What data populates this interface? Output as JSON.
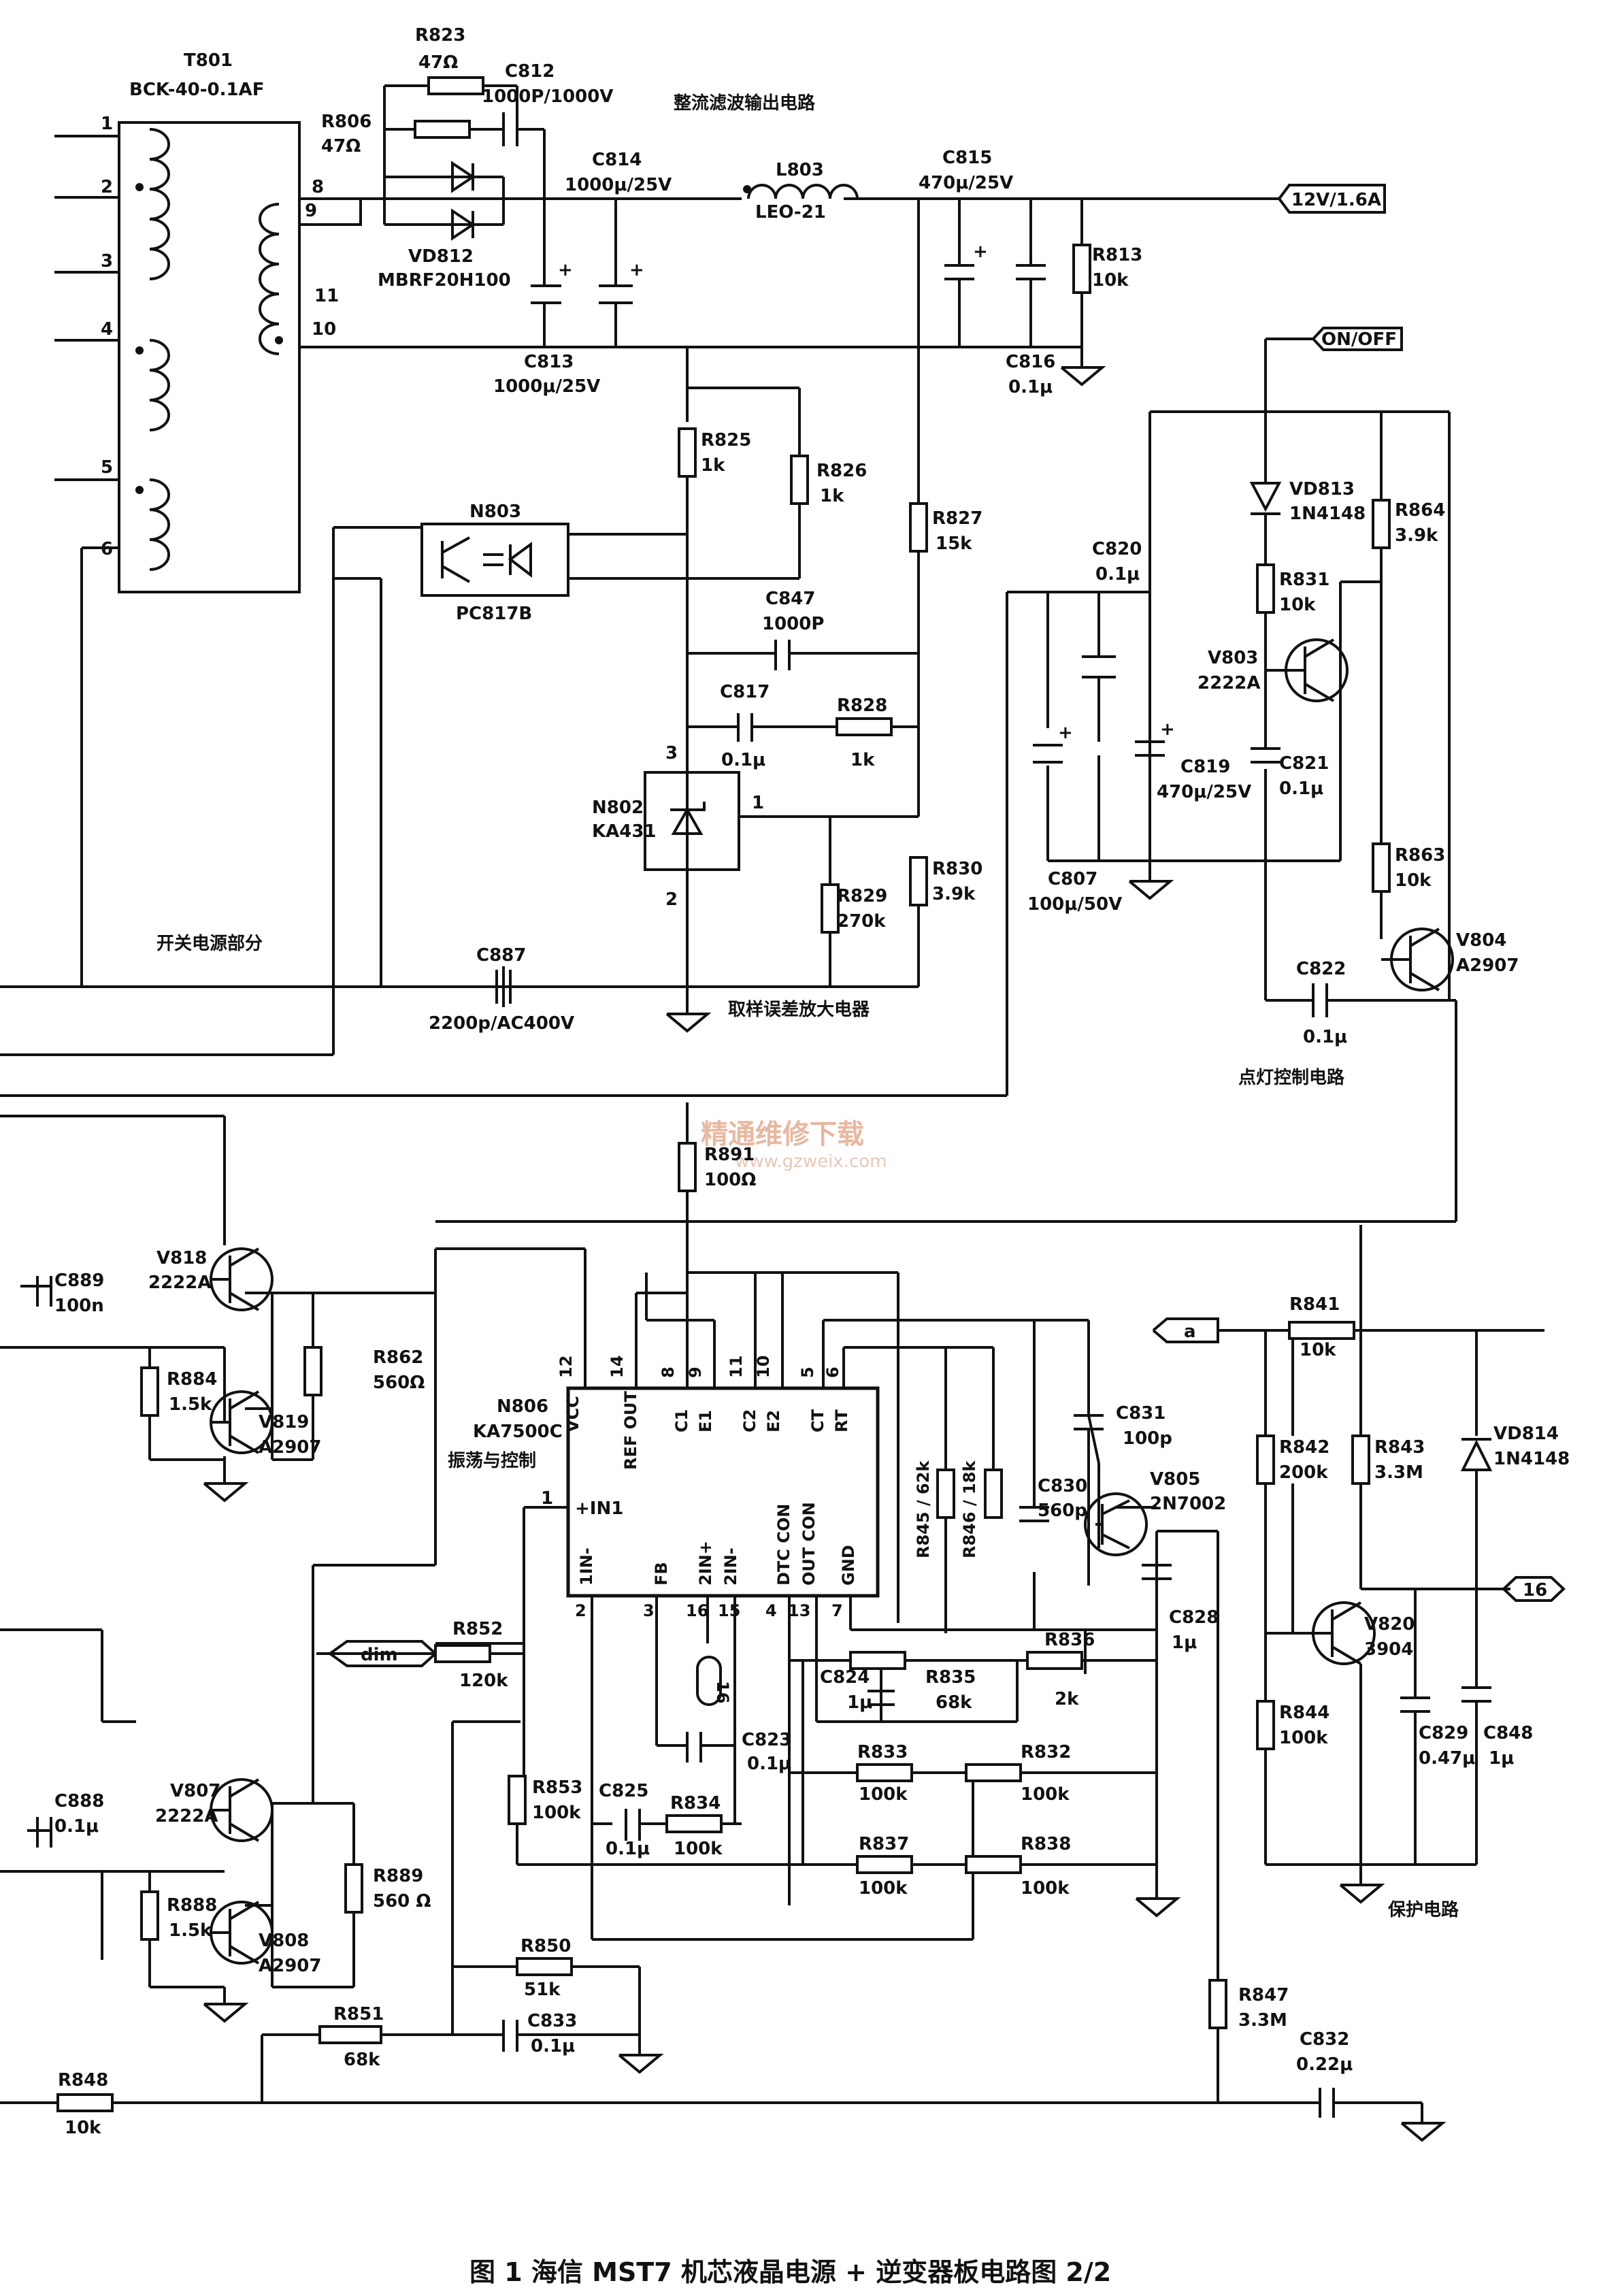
{
  "figure": {
    "caption": "图 1 海信 MST7 机芯液晶电源 + 逆变器板电路图 2/2",
    "watermark": "精通维修下载",
    "watermark_url": "www.gzweix.com"
  },
  "sections": {
    "rect": "整流滤波输出电路",
    "smps": "开关电源部分",
    "sampling": "取样误差放大电器",
    "lamp": "点灯控制电路",
    "osc": "振荡与控制",
    "protect": "保护电路"
  },
  "ports": {
    "out12v": "12V/1.6A",
    "onoff": "ON/OFF",
    "a": "a",
    "p16": "16",
    "dim": "dim",
    "p16b": "16"
  },
  "transformer": {
    "ref": "T801",
    "part": "BCK-40-0.1AF",
    "pins": [
      "1",
      "2",
      "3",
      "4",
      "5",
      "6",
      "8",
      "9",
      "11",
      "10"
    ]
  },
  "components": {
    "R823": [
      "R823",
      "47Ω"
    ],
    "C812": [
      "C812",
      "1000P/1000V"
    ],
    "R806": [
      "R806",
      "47Ω"
    ],
    "VD812": [
      "VD812",
      "MBRF20H100"
    ],
    "C814": [
      "C814",
      "1000μ/25V"
    ],
    "C813": [
      "C813",
      "1000μ/25V"
    ],
    "L803": [
      "L803",
      "LEO-21"
    ],
    "C815": [
      "C815",
      "470μ/25V"
    ],
    "C816": [
      "C816",
      "0.1μ"
    ],
    "R813": [
      "R813",
      "10k"
    ],
    "R825": [
      "R825",
      "1k"
    ],
    "R826": [
      "R826",
      "1k"
    ],
    "R827": [
      "R827",
      "15k"
    ],
    "N803": [
      "N803",
      "PC817B"
    ],
    "C847": [
      "C847",
      "1000P"
    ],
    "C817": [
      "C817",
      "0.1μ"
    ],
    "R828": [
      "R828",
      "1k"
    ],
    "N802": [
      "N802",
      "KA431"
    ],
    "R829": [
      "R829",
      "270k"
    ],
    "R830": [
      "R830",
      "3.9k"
    ],
    "C887": [
      "C887",
      "2200p/AC400V"
    ],
    "C820": [
      "C820",
      "0.1μ"
    ],
    "C819": [
      "C819",
      "470μ/25V"
    ],
    "C807": [
      "C807",
      "100μ/50V"
    ],
    "VD813": [
      "VD813",
      "1N4148"
    ],
    "R864": [
      "R864",
      "3.9k"
    ],
    "R831": [
      "R831",
      "10k"
    ],
    "V803": [
      "V803",
      "2222A"
    ],
    "C821": [
      "C821",
      "0.1μ"
    ],
    "R863": [
      "R863",
      "10k"
    ],
    "V804": [
      "V804",
      "A2907"
    ],
    "C822": [
      "C822",
      "0.1μ"
    ],
    "R891": [
      "R891",
      "100Ω"
    ],
    "C889": [
      "C889",
      "100n"
    ],
    "V818": [
      "V818",
      "2222A"
    ],
    "R884": [
      "R884",
      "1.5k"
    ],
    "V819": [
      "V819",
      "A2907"
    ],
    "R862": [
      "R862",
      "560Ω"
    ],
    "N806": [
      "N806",
      "KA7500C"
    ],
    "C831": [
      "C831",
      "100p"
    ],
    "R845": [
      "R845 / 62k",
      ""
    ],
    "R846": [
      "R846 / 18k",
      ""
    ],
    "C830": [
      "C830",
      "560p"
    ],
    "V805": [
      "V805",
      "2N7002"
    ],
    "C828": [
      "C828",
      "1μ"
    ],
    "R841": [
      "R841",
      "10k"
    ],
    "R842": [
      "R842",
      "200k"
    ],
    "R843": [
      "R843",
      "3.3M"
    ],
    "VD814": [
      "VD814",
      "1N4148"
    ],
    "V820": [
      "V820",
      "3904"
    ],
    "R844": [
      "R844",
      "100k"
    ],
    "C829": [
      "C829",
      "0.47μ"
    ],
    "C848": [
      "C848",
      "1μ"
    ],
    "R852": [
      "R852",
      "120k"
    ],
    "C824": [
      "C824",
      "1μ"
    ],
    "R835": [
      "R835",
      "68k"
    ],
    "R836": [
      "R836",
      "2k"
    ],
    "C823": [
      "C823",
      "0.1μ"
    ],
    "R833": [
      "R833",
      "100k"
    ],
    "R832": [
      "R832",
      "100k"
    ],
    "C888": [
      "C888",
      "0.1μ"
    ],
    "V807": [
      "V807",
      "2222A"
    ],
    "R888": [
      "R888",
      "1.5k"
    ],
    "V808": [
      "V808",
      "A2907"
    ],
    "R889": [
      "R889",
      "560 Ω"
    ],
    "R853": [
      "R853",
      "100k"
    ],
    "C825": [
      "C825",
      "0.1μ"
    ],
    "R834": [
      "R834",
      "100k"
    ],
    "R837": [
      "R837",
      "100k"
    ],
    "R838": [
      "R838",
      "100k"
    ],
    "R850": [
      "R850",
      "51k"
    ],
    "R851": [
      "R851",
      "68k"
    ],
    "C833": [
      "C833",
      "0.1μ"
    ],
    "R847": [
      "R847",
      "3.3M"
    ],
    "C832": [
      "C832",
      "0.22μ"
    ],
    "R848": [
      "R848",
      "10k"
    ]
  },
  "ic_n806": {
    "top_pins": [
      "VCC",
      "REF OUT",
      "C1",
      "E1",
      "C2",
      "E2",
      "CT",
      "RT"
    ],
    "top_nums": [
      "12",
      "14",
      "8",
      "9",
      "11",
      "10",
      "5",
      "6"
    ],
    "left_pin": "+IN1",
    "left_num": "1",
    "bottom_pins": [
      "1IN-",
      "FB",
      "2IN+",
      "2IN-",
      "DTC CON",
      "OUT CON",
      "GND"
    ],
    "bottom_nums": [
      "2",
      "3",
      "16",
      "15",
      "4",
      "13",
      "7"
    ]
  },
  "n802_pins": [
    "3",
    "1",
    "2"
  ]
}
